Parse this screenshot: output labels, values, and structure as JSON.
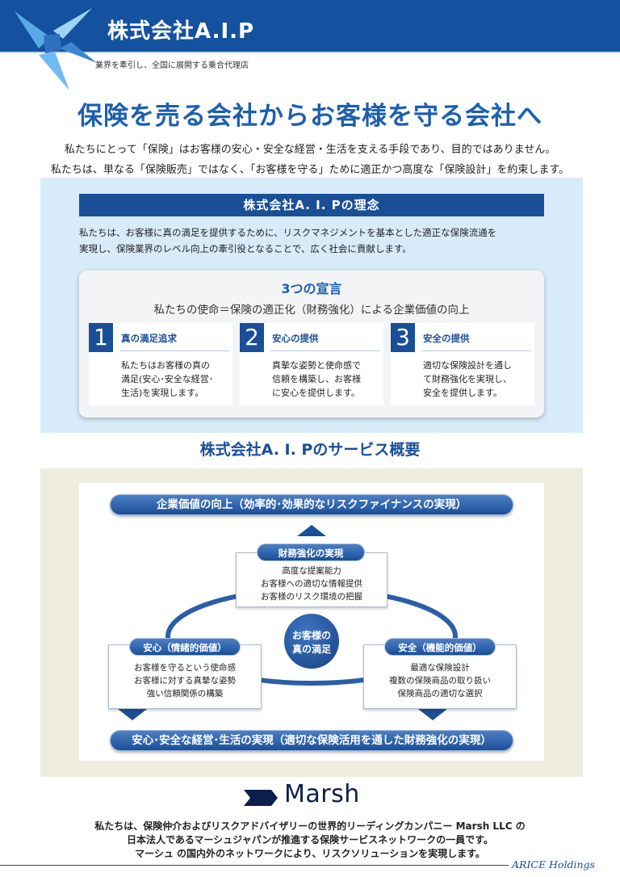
{
  "header": {
    "company_name": "株式会社A.I.P",
    "tagline": "業界を牽引し、全国に展開する乗合代理店",
    "logo_icon": "aip-star-logo-icon",
    "brand_color": "#1452a0"
  },
  "headline": "保険を売る会社からお客様を守る会社へ",
  "intro": [
    "私たちにとって「保険」はお客様の安心・安全な経営・生活を支える手段であり、目的ではありません。",
    "私たちは、単なる「保険販売」ではなく、「お客様を守る」ために適正かつ高度な「保険設計」を約束します。"
  ],
  "philosophy": {
    "title": "株式会社A. I. Pの理念",
    "text": [
      "私たちは、お客様に真の満足を提供するために、リスクマネジメントを基本とした適正な保険流通を",
      "実現し、保険業界のレベル向上の牽引役となることで、広く社会に貢献します。"
    ],
    "declaration": {
      "title": "3つの宣言",
      "subtitle": "私たちの使命＝保険の適正化（財務強化）による企業価値の向上",
      "items": [
        {
          "number": "1",
          "heading": "真の満足追求",
          "lines": [
            "私たちはお客様の真の",
            "満足(安心･安全な経営･",
            "生活)を実現します。"
          ]
        },
        {
          "number": "2",
          "heading": "安心の提供",
          "lines": [
            "真摯な姿勢と使命感で",
            "信頼を構築し、お客様",
            "に安心を提供します。"
          ]
        },
        {
          "number": "3",
          "heading": "安全の提供",
          "lines": [
            "適切な保険設計を通し",
            "て財務強化を実現し、",
            "安全を提供します。"
          ]
        }
      ]
    }
  },
  "services": {
    "title": "株式会社A. I. Pのサービス概要",
    "top_goal": "企業価値の向上（効率的･効果的なリスクファイナンスの実現）",
    "bottom_goal": "安心･安全な経営･生活の実現（適切な保険活用を通した財務強化の実現）",
    "center": [
      "お客様の",
      "真の満足"
    ],
    "finance": {
      "label": "財務強化の実現",
      "lines": [
        "高度な提案能力",
        "お客様への適切な情報提供",
        "お客様のリスク環境の把握"
      ]
    },
    "relief": {
      "label": "安心（情緒的価値）",
      "lines": [
        "お客様を守るという使命感",
        "お客様に対する真摯な姿勢",
        "強い信頼関係の構築"
      ]
    },
    "safety": {
      "label": "安全（機能的価値）",
      "lines": [
        "最適な保険設計",
        "複数の保険商品の取り扱い",
        "保険商品の適切な選択"
      ]
    }
  },
  "marsh": {
    "logo_icon": "marsh-logo-icon",
    "name": "Marsh",
    "text": [
      "私たちは、保険仲介およびリスクアドバイザリーの世界的リーディングカンパニー Marsh LLC の",
      "日本法人であるマーシュジャパンが推進する保険サービスネットワークの一員です。",
      "マーシュ の国内外のネットワークにより、リスクソリューションを実現します。"
    ]
  },
  "footer": {
    "brand": "ARICE Holdings"
  }
}
